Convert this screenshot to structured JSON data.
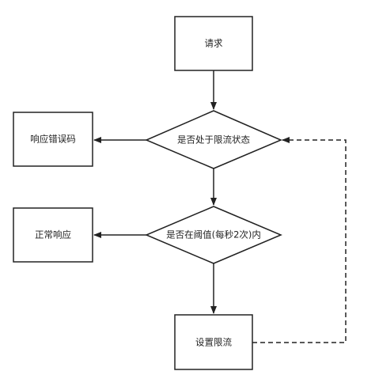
{
  "diagram": {
    "nodes": {
      "request": "请求",
      "error_code": "响应错误码",
      "is_limited": "是否处于限流状态",
      "normal_response": "正常响应",
      "within_threshold": "是否在阈值(每秒2次)内",
      "set_limit": "设置限流"
    }
  }
}
